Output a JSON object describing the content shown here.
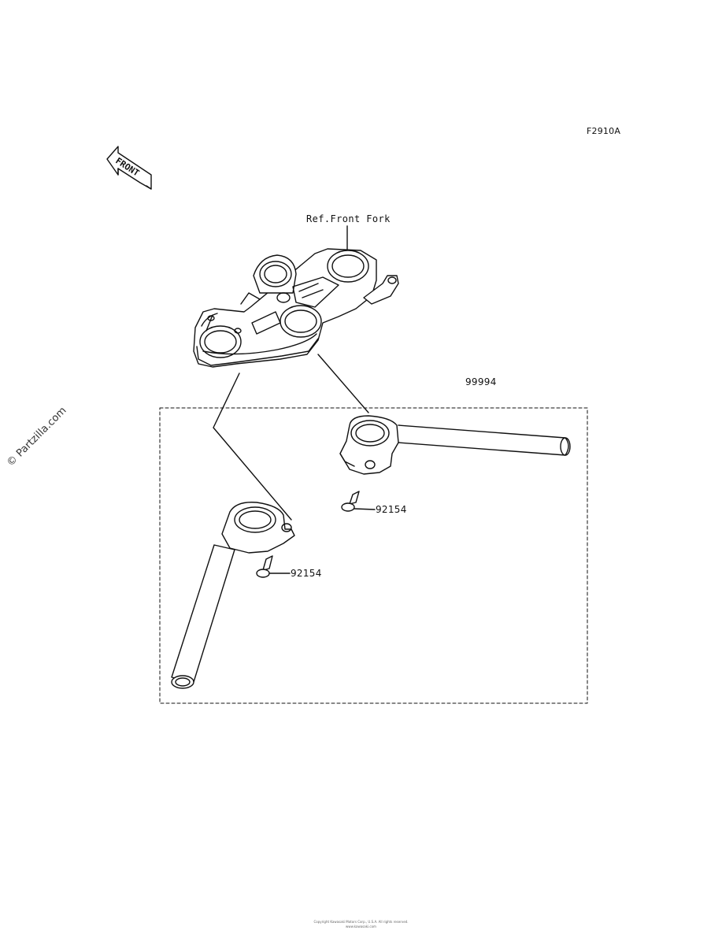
{
  "diagram": {
    "code": "F2910A",
    "front_badge": "FRONT",
    "ref_label": "Ref.Front Fork",
    "kit_part": "99994",
    "bolt_part_right": "92154",
    "bolt_part_left": "92154",
    "watermark": "© Partzilla.com",
    "footer_line1": "Copyright Kawasaki Motors Corp., U.S.A. All rights reserved.",
    "footer_line2": "www.kawasaki.com"
  }
}
